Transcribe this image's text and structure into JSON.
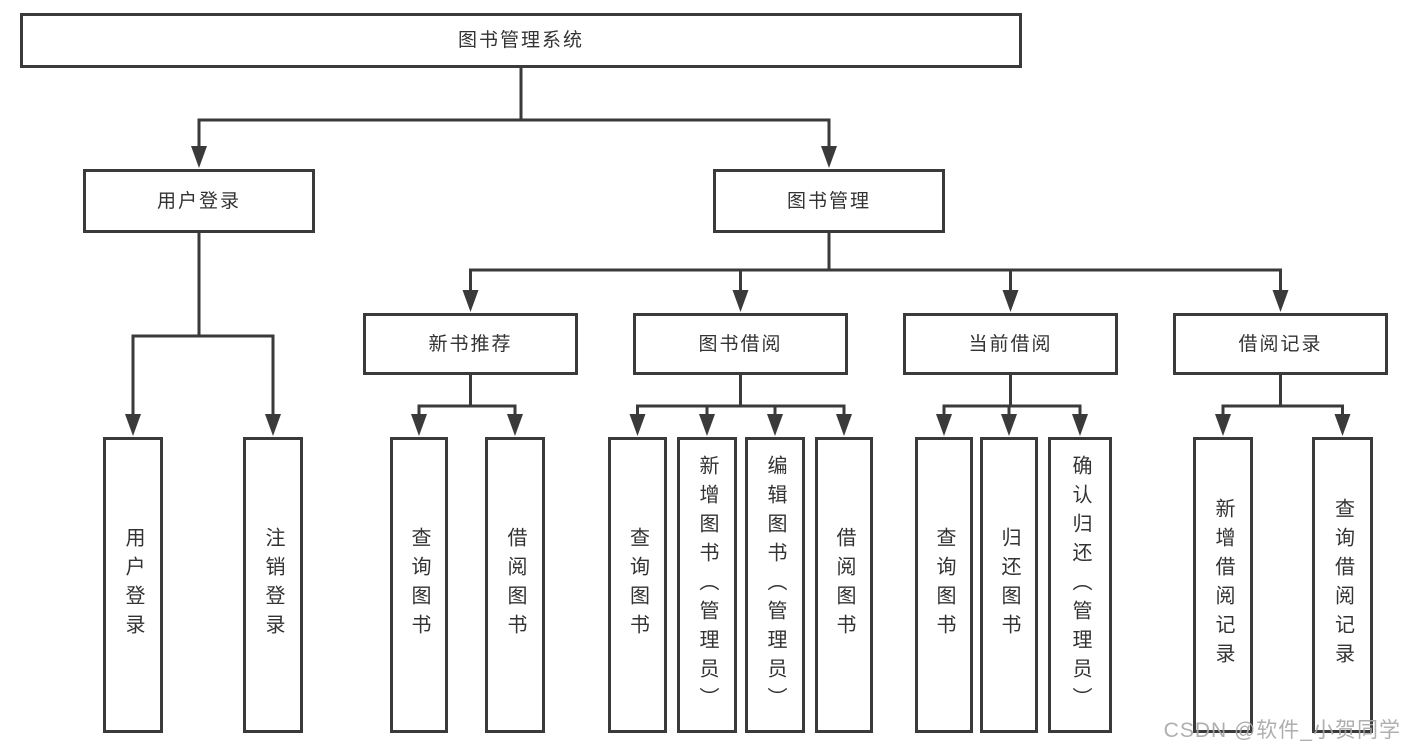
{
  "diagram": {
    "type": "hierarchy-tree",
    "title": "图书管理系统"
  },
  "colors": {
    "line": "#3a3a3a",
    "box_border": "#3a3a3a",
    "text": "#333333",
    "background": "#ffffff",
    "watermark": "#a8a8a8"
  },
  "tree": {
    "label": "图书管理系统",
    "children": [
      {
        "label": "用户登录",
        "children": [
          {
            "label": "用户登录"
          },
          {
            "label": "注销登录"
          }
        ]
      },
      {
        "label": "图书管理",
        "children": [
          {
            "label": "新书推荐",
            "children": [
              {
                "label": "查询图书"
              },
              {
                "label": "借阅图书"
              }
            ]
          },
          {
            "label": "图书借阅",
            "children": [
              {
                "label": "查询图书"
              },
              {
                "label": "新增图书（管理员）"
              },
              {
                "label": "编辑图书（管理员）"
              },
              {
                "label": "借阅图书"
              }
            ]
          },
          {
            "label": "当前借阅",
            "children": [
              {
                "label": "查询图书"
              },
              {
                "label": "归还图书"
              },
              {
                "label": "确认归还（管理员）"
              }
            ]
          },
          {
            "label": "借阅记录",
            "children": [
              {
                "label": "新增借阅记录"
              },
              {
                "label": "查询借阅记录"
              }
            ]
          }
        ]
      }
    ]
  },
  "watermark": {
    "text": "CSDN @软件_小贺同学"
  }
}
